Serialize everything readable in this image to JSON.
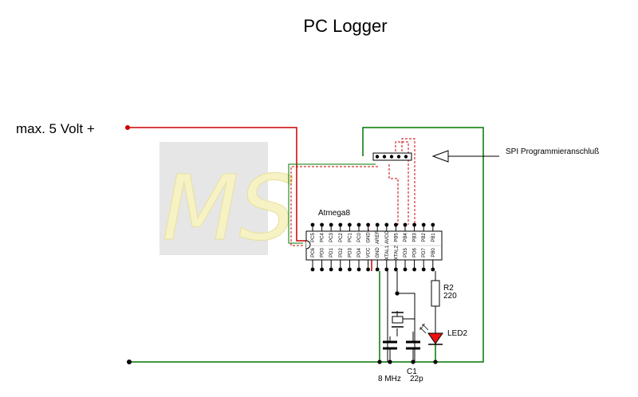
{
  "title": "PC Logger",
  "supply_label": "max. 5 Volt +",
  "spi_label": "SPI Programmieranschluß",
  "ic_label": "Atmega8",
  "watermark": {
    "text": "MS"
  },
  "top_pins": [
    "PC5",
    "PC4",
    "PC3",
    "PC2",
    "PC1",
    "PC0",
    "GND",
    "AREF",
    "AVCC",
    "PB5",
    "PB4",
    "PB3",
    "PB2",
    "PB1"
  ],
  "bottom_pins": [
    "PC6",
    "PD0",
    "PD1",
    "PD2",
    "PD3",
    "PD4",
    "VCC",
    "GND",
    "XTAL1",
    "XTAL2",
    "PD5",
    "PD6",
    "PD7",
    "PB0"
  ],
  "resistor": {
    "name": "R2",
    "value": "220"
  },
  "led": {
    "name": "LED2"
  },
  "crystal": {
    "value": "8 MHz"
  },
  "capacitor": {
    "name": "C1",
    "value": "22p"
  },
  "colors": {
    "supply": "#cc0000",
    "ground": "#007700",
    "led": "#ee1111"
  }
}
